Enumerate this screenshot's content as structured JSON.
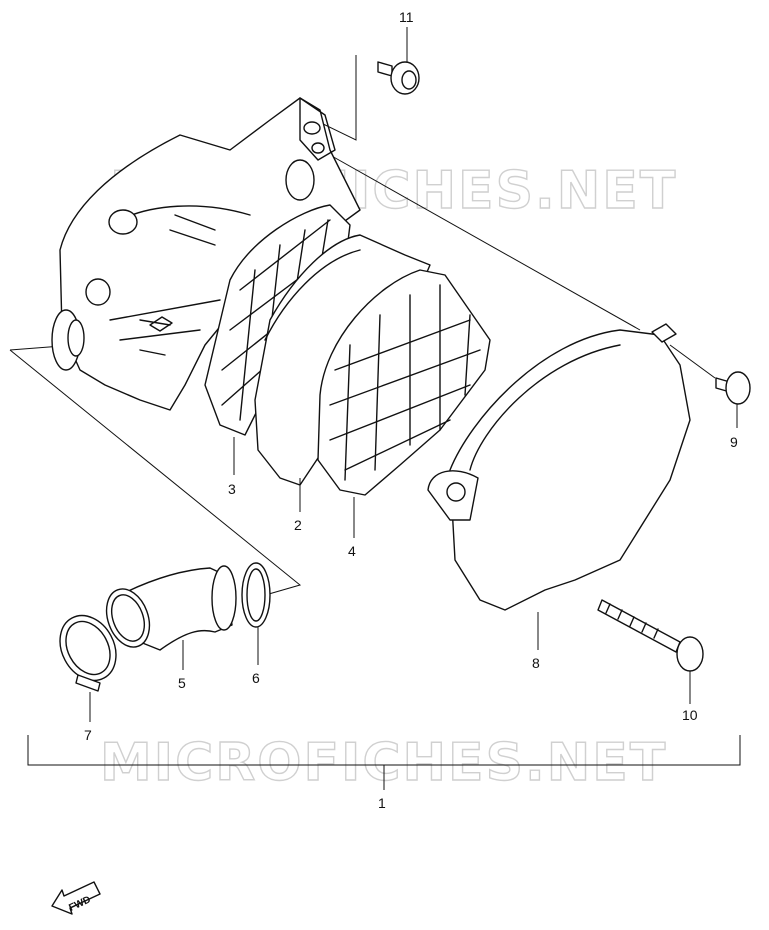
{
  "watermark": {
    "top": "MICROFICHES.NET",
    "bottom": "MICROFICHES.NET"
  },
  "labels": {
    "p1": "1",
    "p2": "2",
    "p3": "3",
    "p4": "4",
    "p5": "5",
    "p6": "6",
    "p7": "7",
    "p8": "8",
    "p9": "9",
    "p10": "10",
    "p11": "11"
  },
  "fwd": "FWD"
}
